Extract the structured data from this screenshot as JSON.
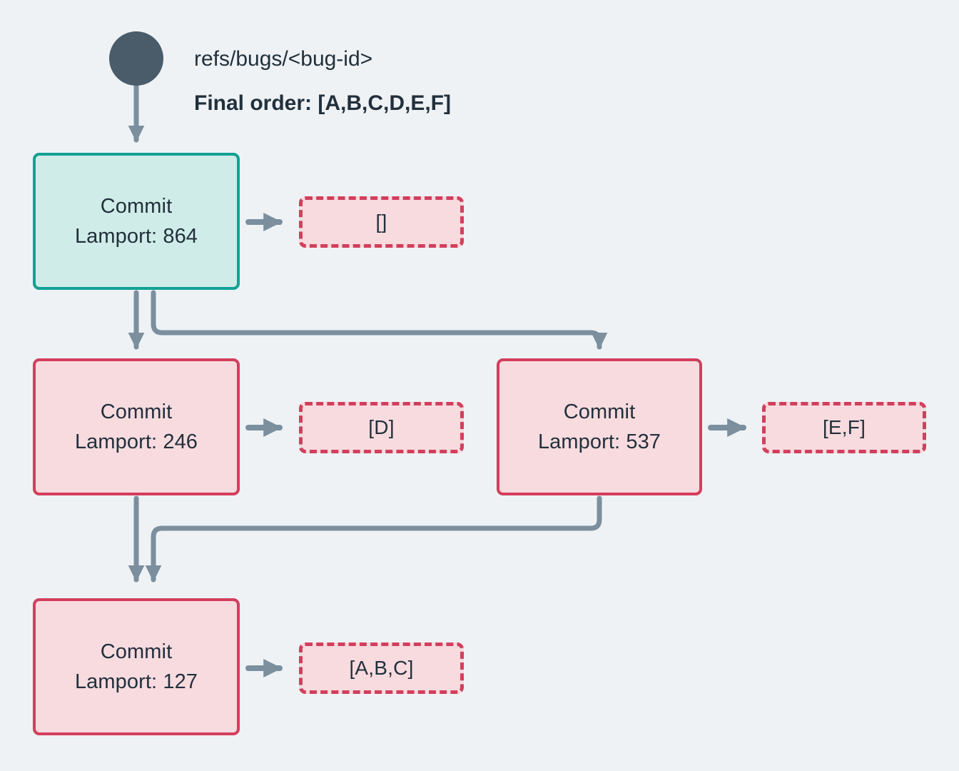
{
  "diagram": {
    "title_ref": "refs/bugs/<bug-id>",
    "final_order": "Final order: [A,B,C,D,E,F]",
    "background_color": "#eef2f5",
    "colors": {
      "head_dot": "#4a5b69",
      "edge": "#7b8f9e",
      "teal_border": "#13a194",
      "teal_fill": "#d0ece8",
      "pink_border": "#d23f5c",
      "pink_fill": "#f7dbdf",
      "text": "#22303c"
    },
    "nodes": [
      {
        "id": "c864",
        "kind": "commit",
        "style": "teal",
        "title": "Commit",
        "lamport": "Lamport: 864",
        "payload": "[]"
      },
      {
        "id": "c246",
        "kind": "commit",
        "style": "pink",
        "title": "Commit",
        "lamport": "Lamport: 246",
        "payload": "[D]"
      },
      {
        "id": "c537",
        "kind": "commit",
        "style": "pink",
        "title": "Commit",
        "lamport": "Lamport: 537",
        "payload": "[E,F]"
      },
      {
        "id": "c127",
        "kind": "commit",
        "style": "pink",
        "title": "Commit",
        "lamport": "Lamport: 127",
        "payload": "[A,B,C]"
      }
    ],
    "edges": [
      {
        "from": "head",
        "to": "c864"
      },
      {
        "from": "c864",
        "to": "c246"
      },
      {
        "from": "c864",
        "to": "c537"
      },
      {
        "from": "c246",
        "to": "c127"
      },
      {
        "from": "c537",
        "to": "c127"
      },
      {
        "from": "c864",
        "to": "payload-864"
      },
      {
        "from": "c246",
        "to": "payload-246"
      },
      {
        "from": "c537",
        "to": "payload-537"
      },
      {
        "from": "c127",
        "to": "payload-127"
      }
    ]
  }
}
